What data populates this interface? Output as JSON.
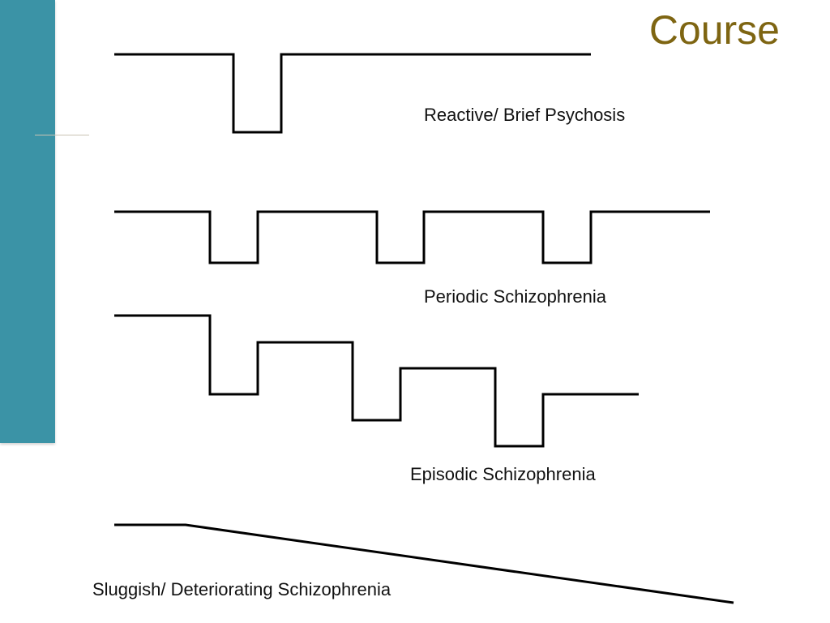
{
  "slide": {
    "title": "Course",
    "accent_color": "#3b93a6",
    "title_color": "#7e6512",
    "line_color": "#000000"
  },
  "courses": [
    {
      "id": "reactive",
      "label": "Reactive/ Brief Psychosis"
    },
    {
      "id": "periodic",
      "label": "Periodic Schizophrenia"
    },
    {
      "id": "episodic",
      "label": "Episodic Schizophrenia"
    },
    {
      "id": "sluggish",
      "label": "Sluggish/ Deteriorating Schizophrenia"
    }
  ]
}
